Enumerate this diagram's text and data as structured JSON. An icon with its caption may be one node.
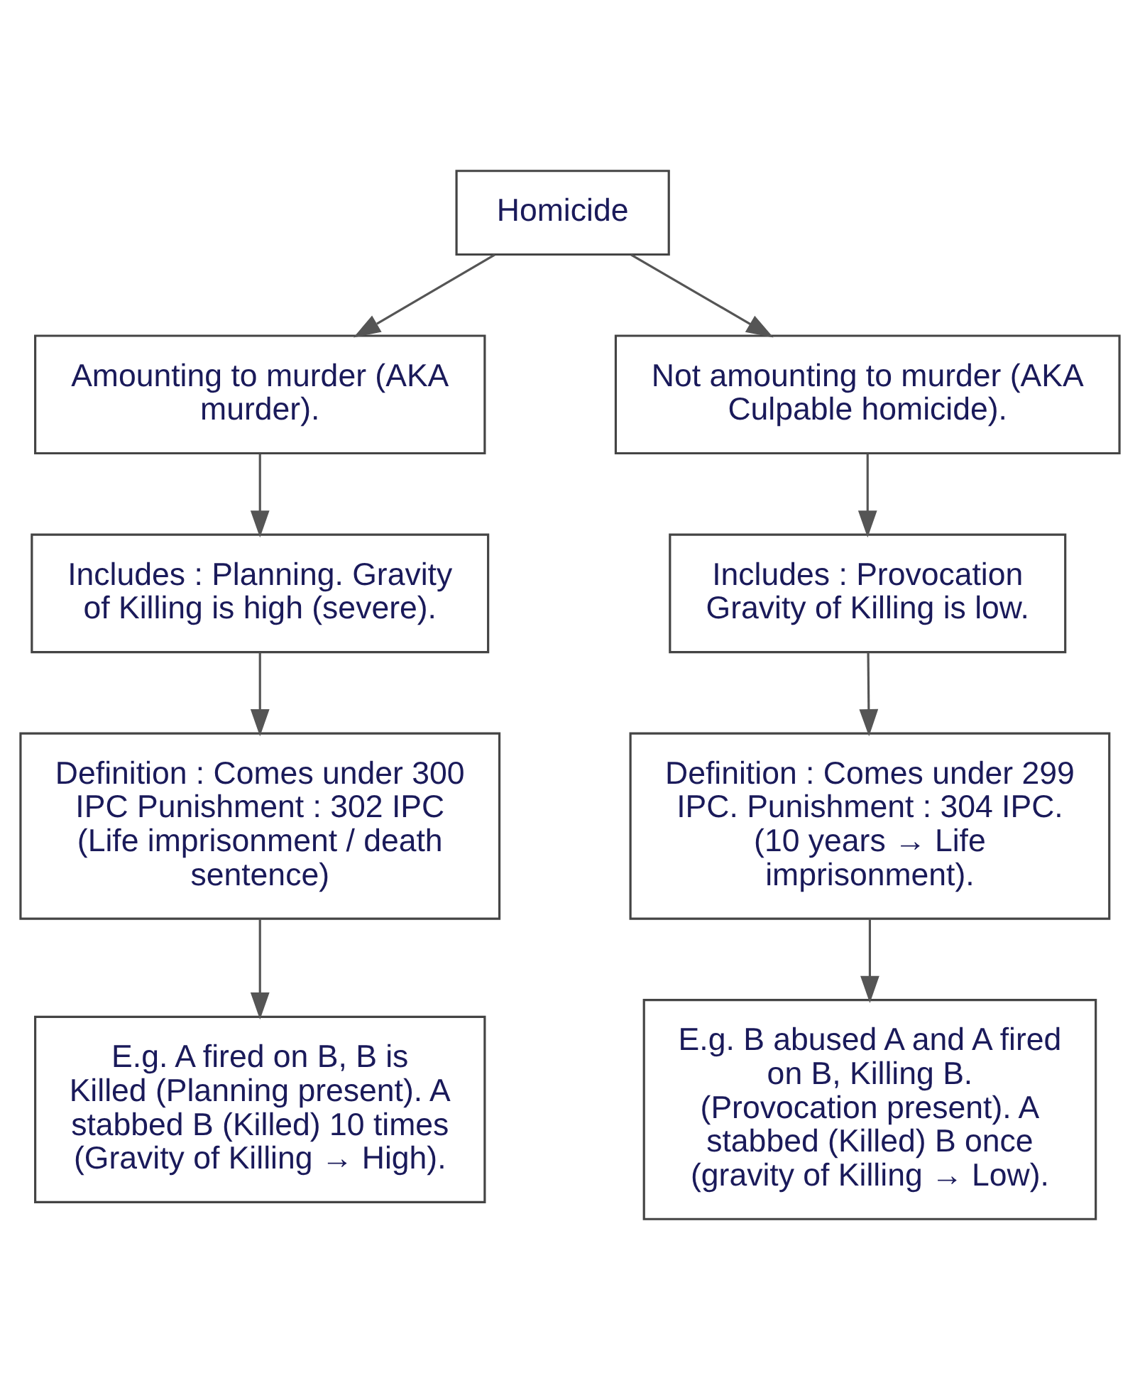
{
  "diagram": {
    "nodes": [
      {
        "text": [
          "Homicide"
        ]
      },
      {
        "text": [
          "Amounting to murder (AKA murder)."
        ]
      },
      {
        "text": [
          "Not amounting to murder (AKA Culpable homicide)."
        ]
      },
      {
        "text": [
          "Includes : Planning. Gravity of Killing is high (severe)."
        ]
      },
      {
        "text": [
          "Includes : Provocation Gravity of Killing is low."
        ]
      },
      {
        "text": [
          "Definition : Comes under 300 IPC Punishment : 302 IPC (Life imprisonment / death sentence)"
        ]
      },
      {
        "text": [
          "Definition : Comes under 299 IPC. Punishment : 304 IPC. (10 years → Life imprisonment)."
        ]
      },
      {
        "text": [
          "E.g. A fired on B, B is Killed (Planning present). A stabbed B (Killed) 10 times (Gravity of Killing → High)."
        ]
      },
      {
        "text": [
          "E.g. B abused A and A fired on B, Killing B. (Provocation present). A stabbed (Killed) B once (gravity of Killing → Low)."
        ]
      }
    ],
    "edges": [
      {
        "from": 0,
        "to": 1,
        "arrow": "to"
      },
      {
        "from": 0,
        "to": 2,
        "arrow": "to"
      },
      {
        "from": 1,
        "to": 3,
        "arrow": "to"
      },
      {
        "from": 2,
        "to": 4,
        "arrow": "to"
      },
      {
        "from": 3,
        "to": 5,
        "arrow": "to"
      },
      {
        "from": 4,
        "to": 6,
        "arrow": "to"
      },
      {
        "from": 5,
        "to": 7,
        "arrow": "to"
      },
      {
        "from": 6,
        "to": 8,
        "arrow": "to"
      }
    ]
  }
}
